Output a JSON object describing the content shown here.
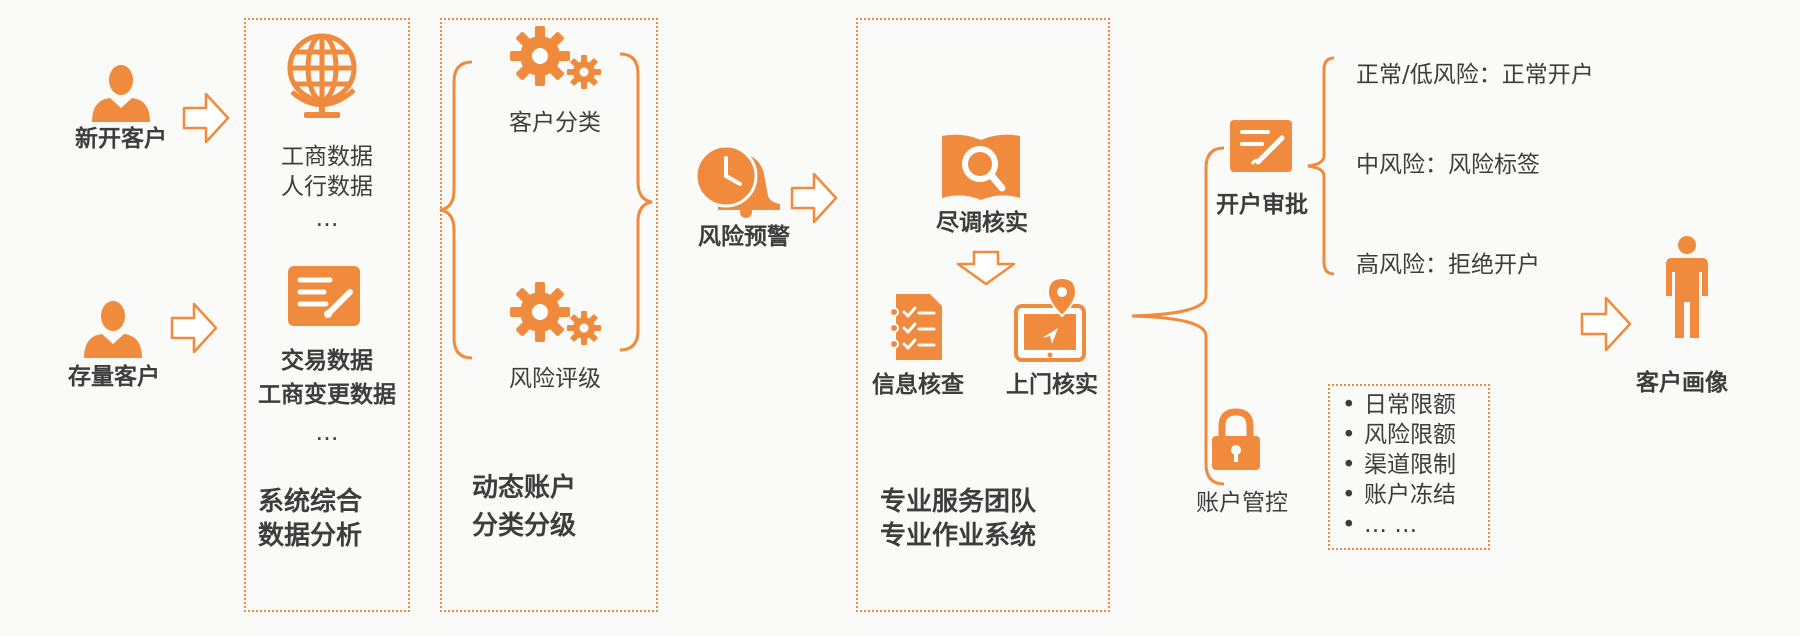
{
  "customers": {
    "new": "新开客户",
    "existing": "存量客户"
  },
  "data_analysis": {
    "group1_line1": "工商数据",
    "group1_line2": "人行数据",
    "group1_ellipsis": "…",
    "group2_line1": "交易数据",
    "group2_line2": "工商变更数据",
    "group2_ellipsis": "…",
    "title_line1": "系统综合",
    "title_line2": "数据分析"
  },
  "account_classification": {
    "classify": "客户分类",
    "rating": "风险评级",
    "title_line1": "动态账户",
    "title_line2": "分类分级"
  },
  "risk_warning": "风险预警",
  "service_team": {
    "due_diligence": "尽调核实",
    "info_check": "信息核查",
    "onsite_check": "上门核实",
    "title_line1": "专业服务团队",
    "title_line2": "专业作业系统"
  },
  "account_opening": {
    "label": "开户审批",
    "outcomes": [
      "正常/低风险：正常开户",
      "中风险：风险标签",
      "高风险：拒绝开户"
    ]
  },
  "account_control": {
    "label": "账户管控",
    "measures": [
      "日常限额",
      "风险限额",
      "渠道限制",
      "账户冻结",
      "… …"
    ]
  },
  "customer_profile": "客户画像",
  "colors": {
    "accent": "#f08a3c",
    "accent_dark": "#e36f1e",
    "text": "#3d3d3d"
  }
}
